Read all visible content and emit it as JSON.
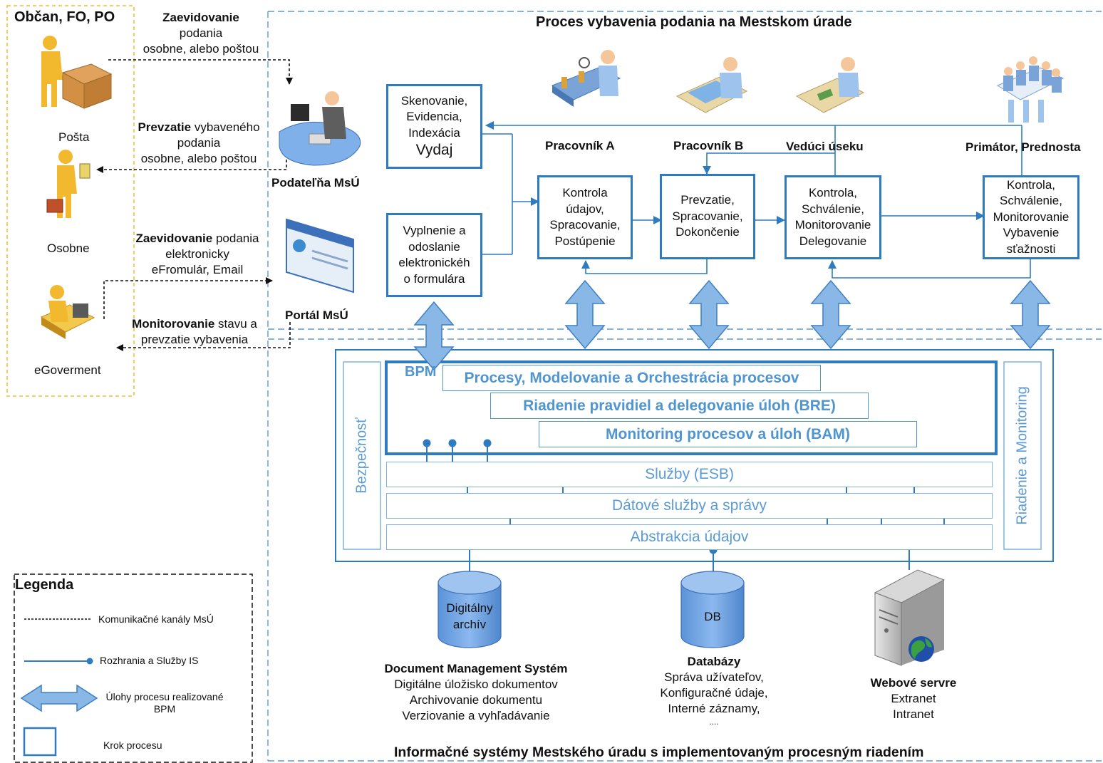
{
  "header": {
    "citizen_title": "Občan, FO, PO",
    "process_title": "Proces vybavenia podania na Mestskom úrade",
    "bottom_title": "Informačné systémy Mestského úradu s implementovaným procesným riadením"
  },
  "channels": {
    "posta": "Pošta",
    "osobne": "Osobne",
    "egov": "eGoverment"
  },
  "comm": {
    "c1_bold": "Zaevidovanie",
    "c1_l2": "podania",
    "c1_l3": "osobne, alebo poštou",
    "c2_bold": "Prevzatie",
    "c2_rest": " vybaveného",
    "c2_l2": "podania",
    "c2_l3": "osobne, alebo poštou",
    "c3_bold": "Zaevidovanie",
    "c3_rest": " podania",
    "c3_l2": "elektronicky",
    "c3_l3": "eFromulár, Email",
    "c4_bold": "Monitorovanie",
    "c4_rest": " stavu a",
    "c4_l2": "prevzatie vybavenia"
  },
  "offices": {
    "podatelna": "Podateľňa MsÚ",
    "portal": "Portál MsÚ"
  },
  "roles": {
    "a": "Pracovník A",
    "b": "Pracovník B",
    "v": "Vedúci úseku",
    "p": "Primátor, Prednosta"
  },
  "steps": {
    "scan": [
      "Skenovanie,",
      "Evidencia,",
      "Indexácia",
      "Vydaj"
    ],
    "form": [
      "Vyplnenie a",
      "odoslanie",
      "elektronickéh",
      "o formulára"
    ],
    "a": [
      "Kontrola",
      "údajov,",
      "Spracovanie,",
      "Postúpenie"
    ],
    "b": [
      "Prevzatie,",
      "Spracovanie,",
      "Dokončenie"
    ],
    "v": [
      "Kontrola,",
      "Schválenie,",
      "Monitorovanie",
      "Delegovanie"
    ],
    "p": [
      "Kontrola,",
      "Schválenie,",
      "Monitorovanie",
      "Vybavenie",
      "sťažnosti"
    ]
  },
  "bpm": {
    "label": "BPM",
    "procesy": "Procesy, Modelovanie a Orchestrácia procesov",
    "bre": "Riadenie pravidiel a delegovanie úloh (BRE)",
    "bam": "Monitoring procesov a úloh (BAM)",
    "esb": "Služby (ESB)",
    "data": "Dátové služby a správy",
    "abs": "Abstrakcia údajov",
    "security": "Bezpečnosť",
    "monitoring": "Riadenie a Monitoring"
  },
  "resources": {
    "archive_l1": "Digitálny",
    "archive_l2": "archív",
    "db": "DB",
    "dms_title": "Document Management Systém",
    "dms_lines": [
      "Digitálne úložisko dokumentov",
      "Archivovanie dokumentu",
      "Verziovanie a vyhľadávanie"
    ],
    "db_title": "Databázy",
    "db_lines": [
      "Správa užívateľov,",
      "Konfiguračné údaje,",
      "Interné záznamy,",
      "...."
    ],
    "web_title": "Webové servre",
    "web_lines": [
      "Extranet",
      "Intranet"
    ]
  },
  "legend": {
    "title": "Legenda",
    "channels": "Komunikačné kanály MsÚ",
    "interfaces": "Rozhrania a Služby IS",
    "tasks_l1": "Úlohy procesu realizované",
    "tasks_l2": "BPM",
    "step": "Krok procesu"
  },
  "colors": {
    "blue": "#2e7cbf",
    "light_blue": "#5b9bd5",
    "yellow_border": "#f2c94c",
    "figure": "#f2b82e"
  }
}
